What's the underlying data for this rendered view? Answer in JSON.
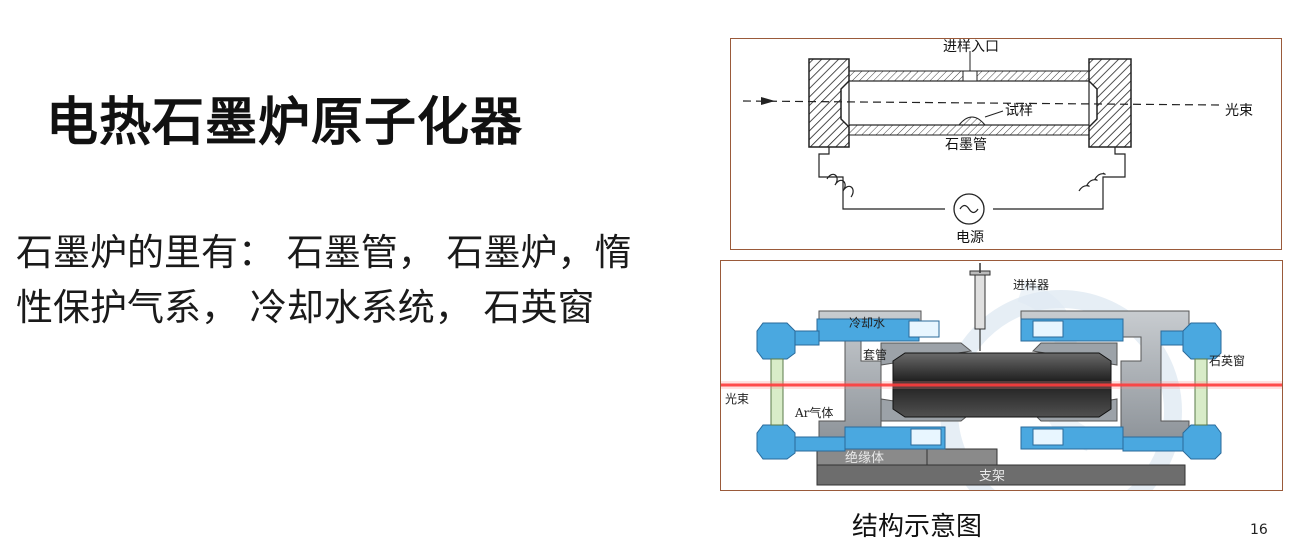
{
  "slide": {
    "title": "电热石墨炉原子化器",
    "body_line1": "石墨炉的里有： 石墨管， 石墨炉，惰",
    "body_line2": "性保护气系， 冷却水系统， 石英窗",
    "caption": "结构示意图",
    "page_number": "16"
  },
  "diagram_top": {
    "labels": {
      "inlet": "进样入口",
      "sample": "试样",
      "beam": "光束",
      "tube": "石墨管",
      "power": "电源"
    }
  },
  "diagram_bottom": {
    "labels": {
      "injector": "进样器",
      "cooling_water": "冷却水",
      "sleeve": "套管",
      "quartz_window": "石英窗",
      "beam": "光束",
      "ar_gas": "Ar气体",
      "insulator": "绝缘体",
      "support": "支架"
    },
    "colors": {
      "cooling_blue": "#4aa8e0",
      "housing_gray": "#9aa0a6",
      "tube_dark": "#3a3a3a",
      "beam_red": "#ff2020",
      "window_green": "#d8ecc8"
    }
  }
}
